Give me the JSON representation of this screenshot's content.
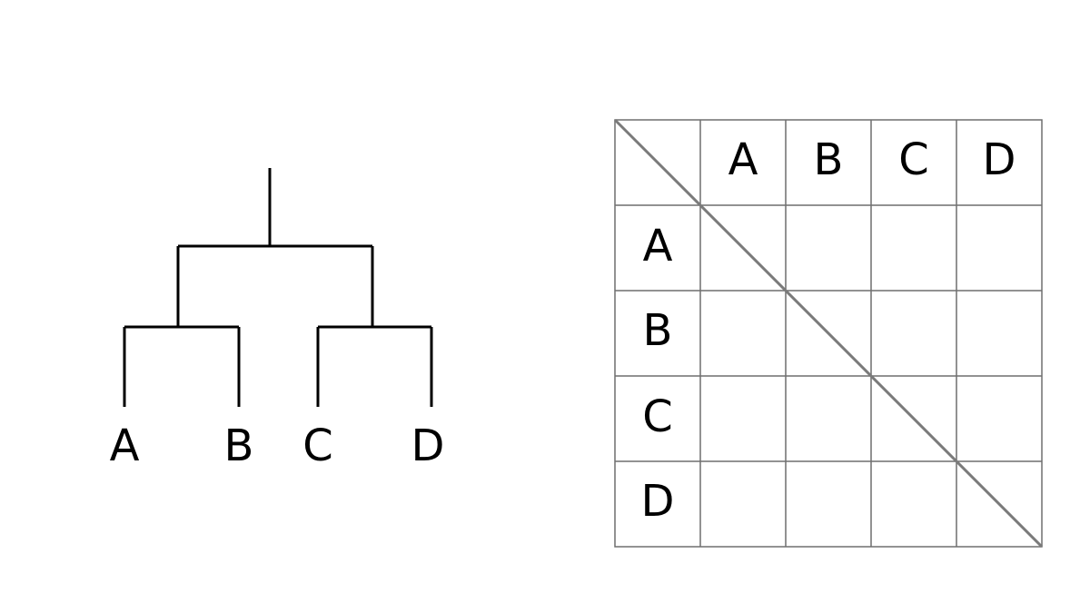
{
  "dendrogram": {
    "leaves": [
      "A",
      "B",
      "C",
      "D"
    ]
  },
  "matrix": {
    "column_headers": [
      "A",
      "B",
      "C",
      "D"
    ],
    "row_headers": [
      "A",
      "B",
      "C",
      "D"
    ]
  }
}
